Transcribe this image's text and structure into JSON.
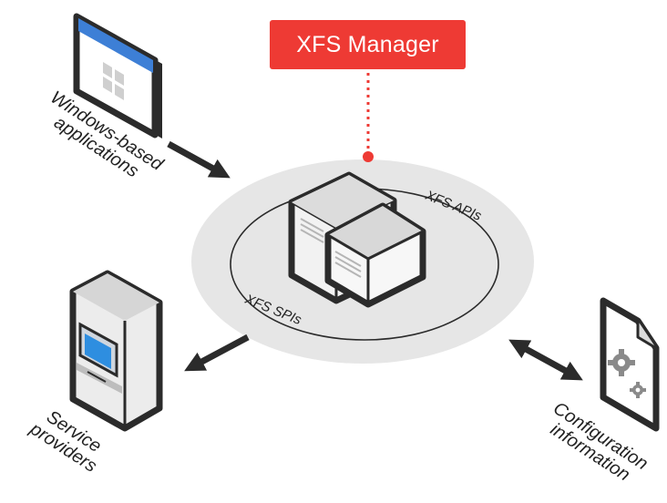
{
  "title": "XFS Manager",
  "ring": {
    "apis_label": "XFS APIs",
    "spis_label": "XFS SPIs"
  },
  "nodes": {
    "windows_apps": {
      "line1": "Windows-based",
      "line2": "applications",
      "icon": "app-window-icon"
    },
    "service_providers": {
      "line1": "Service",
      "line2": "providers",
      "icon": "atm-icon"
    },
    "configuration": {
      "line1": "Configuration",
      "line2": "information",
      "icon": "config-document-icon"
    }
  },
  "center_icon": "server-icon",
  "colors": {
    "accent": "#ee3a34",
    "outline": "#2b2b2b",
    "disc": "#e6e6e6",
    "window_bar": "#3d7fd6",
    "atm_screen": "#2e8ee0"
  }
}
